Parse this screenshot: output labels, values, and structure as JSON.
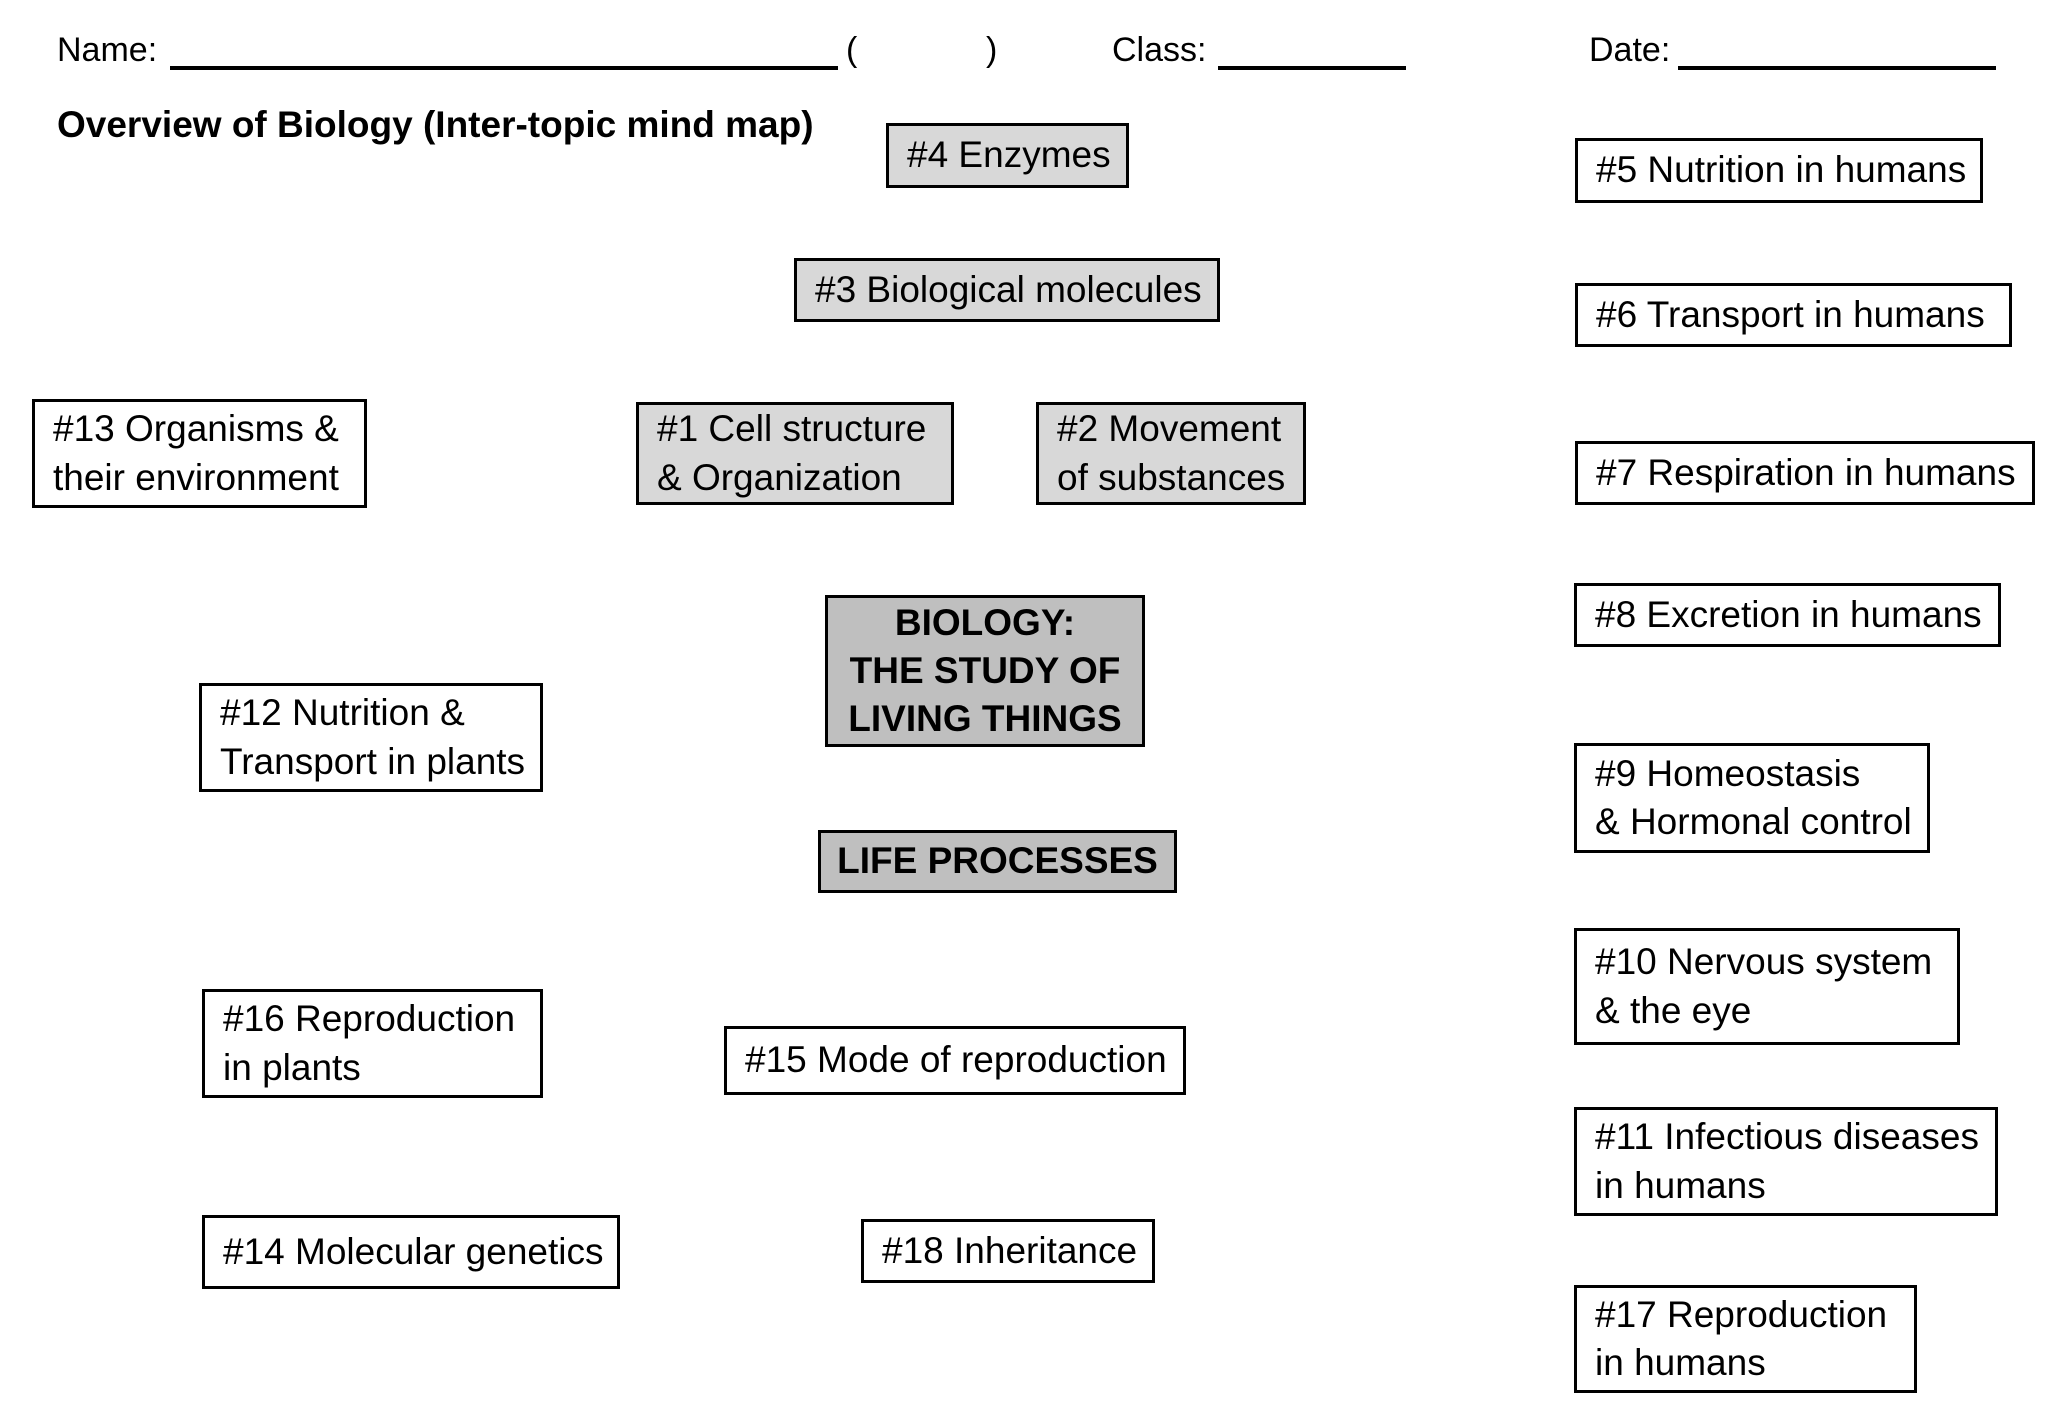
{
  "header": {
    "name_label": "Name:",
    "paren_open": "(",
    "paren_close": ")",
    "class_label": "Class:",
    "date_label": "Date:"
  },
  "title": "Overview of Biology (Inter-topic mind map)",
  "colors": {
    "topic_gray_fill": "#d8d8d8",
    "central_gray_fill": "#bfbfbf",
    "white_fill": "#ffffff",
    "border": "#000000"
  },
  "center": {
    "main": "BIOLOGY:\nTHE STUDY OF\nLIVING THINGS",
    "sub": "LIFE PROCESSES"
  },
  "topics": [
    {
      "label": "#1 Cell structure\n& Organization"
    },
    {
      "label": "#2 Movement\nof substances"
    },
    {
      "label": "#3 Biological molecules"
    },
    {
      "label": "#4 Enzymes"
    },
    {
      "label": "#5 Nutrition in humans"
    },
    {
      "label": "#6 Transport in humans"
    },
    {
      "label": "#7 Respiration in humans"
    },
    {
      "label": "#8 Excretion in humans"
    },
    {
      "label": "#9 Homeostasis\n& Hormonal control"
    },
    {
      "label": "#10 Nervous system\n& the eye"
    },
    {
      "label": "#11 Infectious diseases\n in humans"
    },
    {
      "label": "#12 Nutrition &\nTransport in plants"
    },
    {
      "label": "#13 Organisms &\ntheir environment"
    },
    {
      "label": "#14 Molecular genetics"
    },
    {
      "label": "#15 Mode of reproduction"
    },
    {
      "label": "#16 Reproduction\nin plants"
    },
    {
      "label": "#17 Reproduction\nin humans"
    },
    {
      "label": "#18 Inheritance"
    }
  ]
}
